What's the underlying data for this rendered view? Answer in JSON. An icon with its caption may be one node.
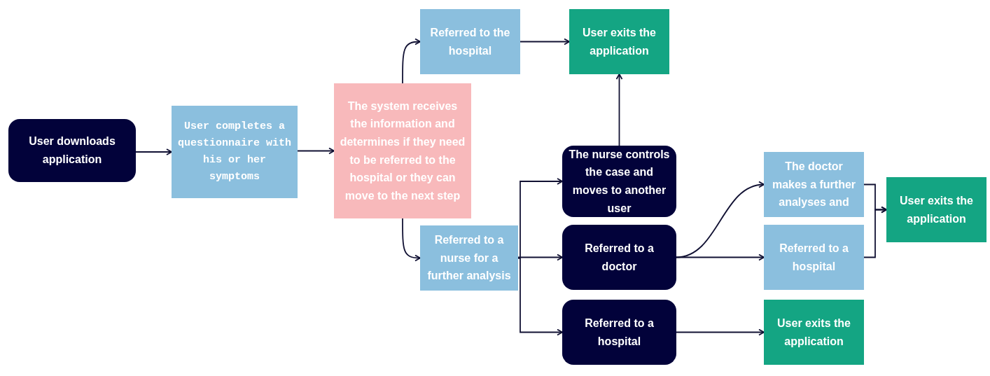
{
  "diagram": {
    "nodes": [
      {
        "text": [
          "User downloads application"
        ]
      },
      {
        "text": [
          "User completes a questionnaire with his or her symptoms"
        ]
      },
      {
        "text": [
          "The system receives the information and determines if they need to be referred to the hospital or they can move to the next step"
        ]
      },
      {
        "text": [
          "Referred to the hospital"
        ]
      },
      {
        "text": [
          "User exits the application"
        ]
      },
      {
        "text": [
          "Referred to a nurse for a further analysis"
        ]
      },
      {
        "text": [
          "The nurse controls the case and moves to another user"
        ]
      },
      {
        "text": [
          "Referred to a doctor"
        ]
      },
      {
        "text": [
          "Referred to a hospital"
        ]
      },
      {
        "text": [
          "The doctor makes a further analyses and"
        ]
      },
      {
        "text": [
          "Referred to a hospital"
        ]
      },
      {
        "text": [
          "User exits the application"
        ]
      },
      {
        "text": [
          "User exits the application"
        ]
      }
    ],
    "edges": [
      {
        "from": 0,
        "to": 1,
        "arrow": "to"
      },
      {
        "from": 1,
        "to": 2,
        "arrow": "to"
      },
      {
        "from": 2,
        "to": 3,
        "arrow": "to"
      },
      {
        "from": 3,
        "to": 4,
        "arrow": "to"
      },
      {
        "from": 2,
        "to": 5,
        "arrow": "to"
      },
      {
        "from": 6,
        "to": 4,
        "arrow": "to"
      },
      {
        "from": 5,
        "to": 6,
        "arrow": "to"
      },
      {
        "from": 5,
        "to": 7,
        "arrow": "to"
      },
      {
        "from": 5,
        "to": 8,
        "arrow": "to"
      },
      {
        "from": 7,
        "to": 9,
        "arrow": "to"
      },
      {
        "from": 7,
        "to": 10,
        "arrow": "to"
      },
      {
        "from": 9,
        "to": 11,
        "arrow": "to"
      },
      {
        "from": 10,
        "to": 11,
        "arrow": "to"
      },
      {
        "from": 8,
        "to": 12,
        "arrow": "to"
      }
    ]
  }
}
